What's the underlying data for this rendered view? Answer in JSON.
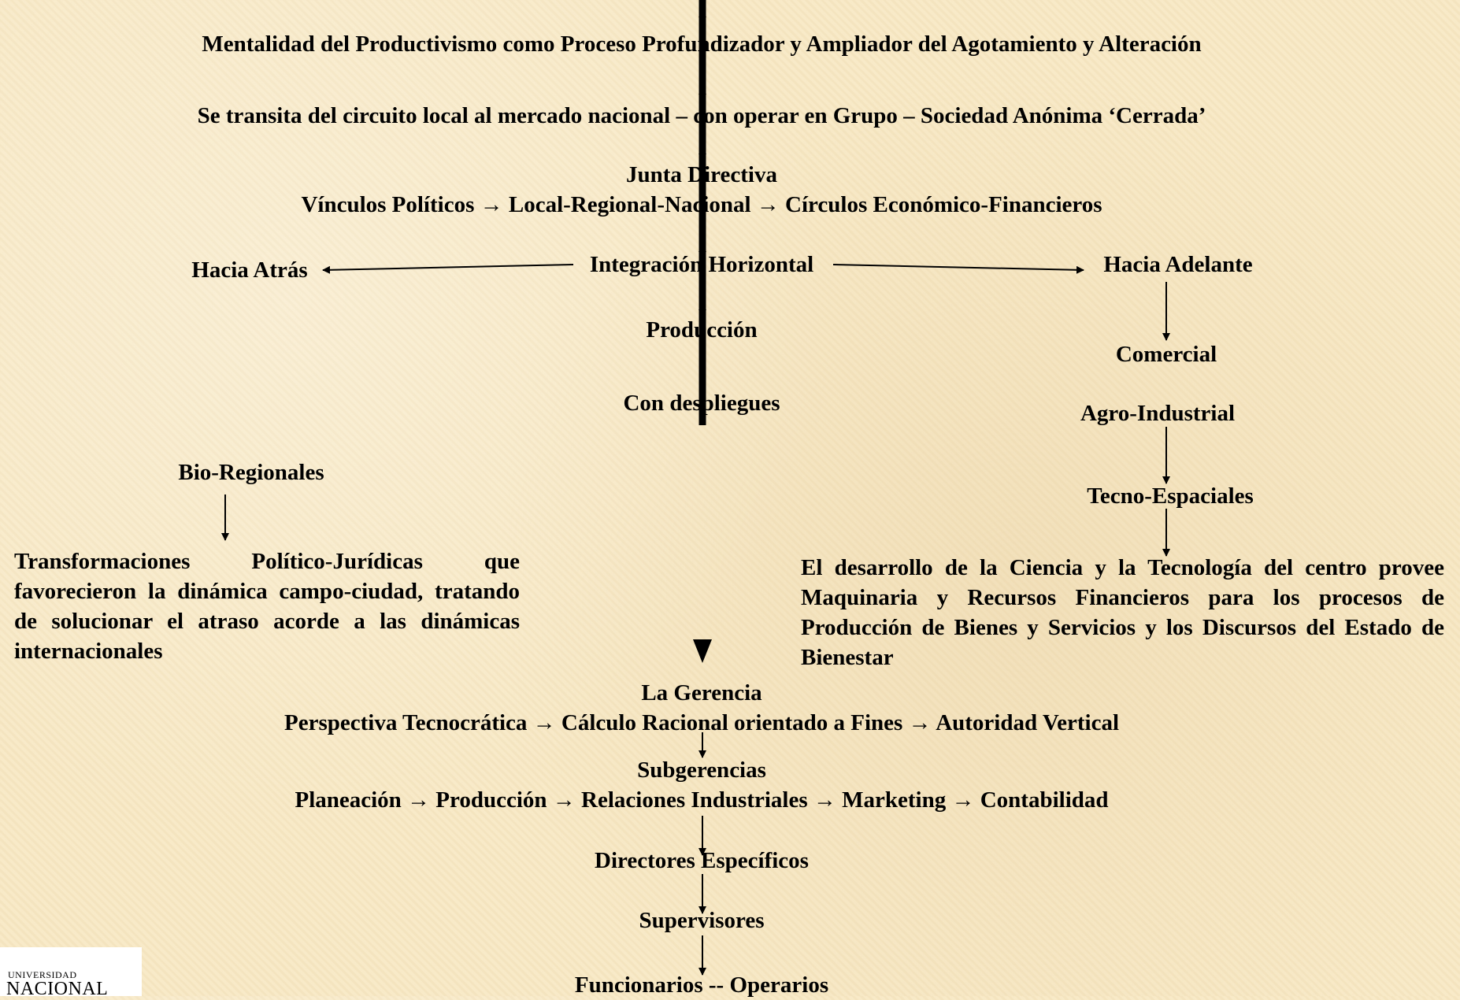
{
  "nodes": {
    "mentalidad": "Mentalidad del Productivismo como Proceso Profundizador y Ampliador del Agotamiento y Alteración",
    "transita": "Se transita del circuito local al mercado nacional – con operar en Grupo – Sociedad Anónima ‘Cerrada’",
    "junta_title": "Junta Directiva",
    "junta_sub": "Vínculos Políticos → Local-Regional-Nacional → Círculos Económico-Financieros",
    "integracion": "Integración Horizontal",
    "hacia_atras": "Hacia Atrás",
    "hacia_adelante": "Hacia Adelante",
    "produccion": "Producción",
    "comercial": "Comercial",
    "con_despliegues": "Con despliegues",
    "agro_industrial": "Agro-Industrial",
    "bio_regionales": "Bio-Regionales",
    "tecno_espaciales": "Tecno-Espaciales",
    "transformaciones": "Transformaciones Político-Jurídicas que favorecieron la dinámica campo-ciudad, tratando de solucionar el atraso acorde a las dinámicas internacionales",
    "desarrollo": "El desarrollo de la Ciencia y la Tecnología del centro provee Maquinaria y Recursos Financieros para los procesos de Producción de Bienes y Servicios y los Discursos del Estado de Bienestar",
    "gerencia_title": "La Gerencia",
    "gerencia_sub": "Perspectiva Tecnocrática → Cálculo Racional orientado a Fines → Autoridad Vertical",
    "subgerencias_title": "Subgerencias",
    "subgerencias_sub": "Planeación → Producción → Relaciones Industriales → Marketing → Contabilidad",
    "directores": "Directores Específicos",
    "supervisores": "Supervisores",
    "funcionarios": "Funcionarios -- Operarios"
  },
  "logo": {
    "small": "UNIVERSIDAD",
    "big": "NACIONAL"
  }
}
